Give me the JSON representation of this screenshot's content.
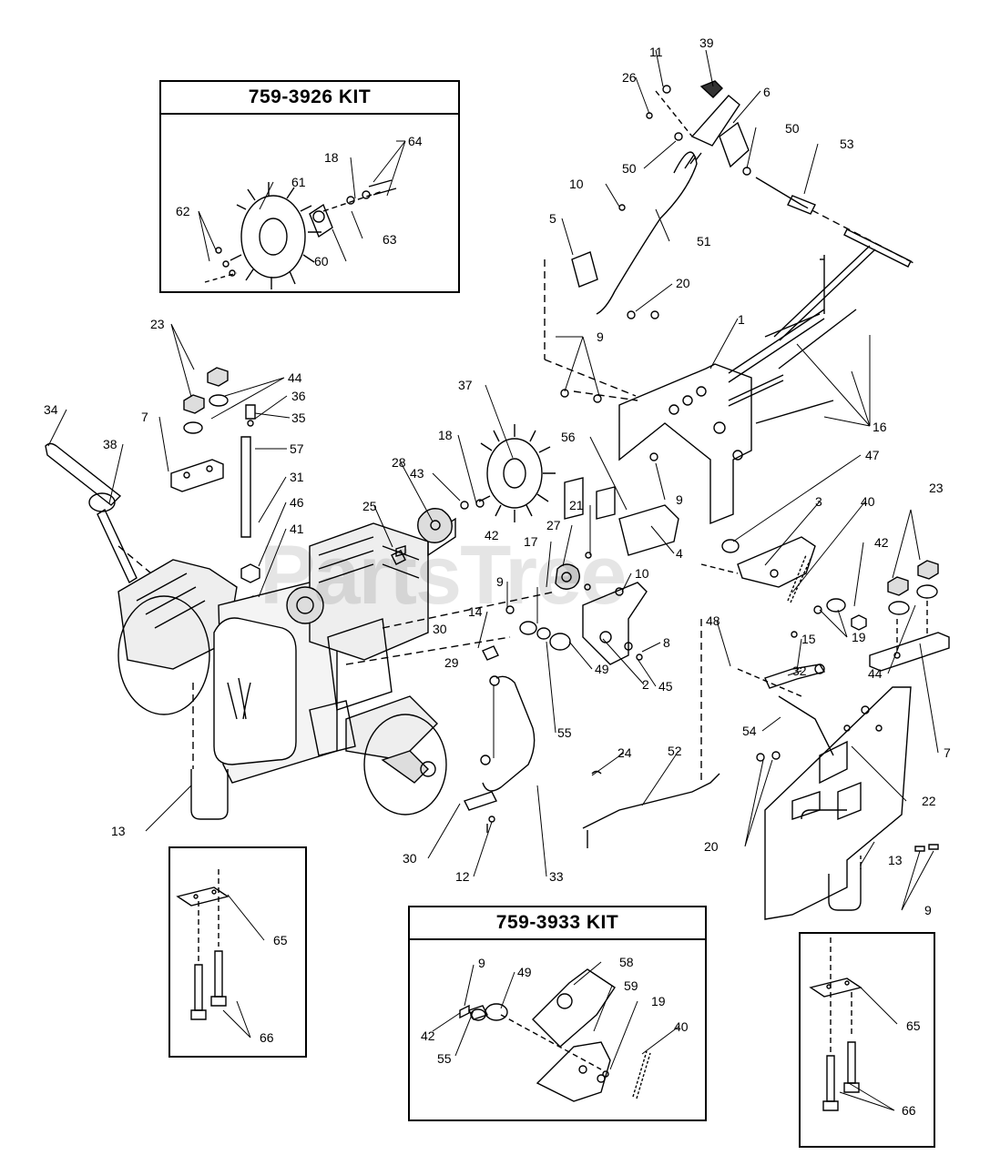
{
  "kits": {
    "kit_3926": "759-3926 KIT",
    "kit_3933": "759-3933 KIT"
  },
  "watermark": "PartsTree",
  "labels": [
    {
      "id": "l39",
      "text": "39"
    },
    {
      "id": "l11",
      "text": "11"
    },
    {
      "id": "l6",
      "text": "6"
    },
    {
      "id": "l26",
      "text": "26"
    },
    {
      "id": "l50a",
      "text": "50"
    },
    {
      "id": "l50b",
      "text": "50"
    },
    {
      "id": "l53",
      "text": "53"
    },
    {
      "id": "l10a",
      "text": "10"
    },
    {
      "id": "l51",
      "text": "51"
    },
    {
      "id": "l5",
      "text": "5"
    },
    {
      "id": "l20a",
      "text": "20"
    },
    {
      "id": "l1",
      "text": "1"
    },
    {
      "id": "l9a",
      "text": "9"
    },
    {
      "id": "l16",
      "text": "16"
    },
    {
      "id": "l64",
      "text": "64"
    },
    {
      "id": "l18a",
      "text": "18"
    },
    {
      "id": "l61",
      "text": "61"
    },
    {
      "id": "l62",
      "text": "62"
    },
    {
      "id": "l63",
      "text": "63"
    },
    {
      "id": "l60",
      "text": "60"
    },
    {
      "id": "l23a",
      "text": "23"
    },
    {
      "id": "l44a",
      "text": "44"
    },
    {
      "id": "l34",
      "text": "34"
    },
    {
      "id": "l36",
      "text": "36"
    },
    {
      "id": "l35",
      "text": "35"
    },
    {
      "id": "l7a",
      "text": "7"
    },
    {
      "id": "l38",
      "text": "38"
    },
    {
      "id": "l57",
      "text": "57"
    },
    {
      "id": "l31",
      "text": "31"
    },
    {
      "id": "l46",
      "text": "46"
    },
    {
      "id": "l41",
      "text": "41"
    },
    {
      "id": "l37",
      "text": "37"
    },
    {
      "id": "l18b",
      "text": "18"
    },
    {
      "id": "l43",
      "text": "43"
    },
    {
      "id": "l28",
      "text": "28"
    },
    {
      "id": "l25",
      "text": "25"
    },
    {
      "id": "l56",
      "text": "56"
    },
    {
      "id": "l47",
      "text": "47"
    },
    {
      "id": "l9b",
      "text": "9"
    },
    {
      "id": "l21",
      "text": "21"
    },
    {
      "id": "l27",
      "text": "27"
    },
    {
      "id": "l17",
      "text": "17"
    },
    {
      "id": "l42a",
      "text": "42"
    },
    {
      "id": "l9c",
      "text": "9"
    },
    {
      "id": "l10b",
      "text": "10"
    },
    {
      "id": "l4",
      "text": "4"
    },
    {
      "id": "l3",
      "text": "3"
    },
    {
      "id": "l40a",
      "text": "40"
    },
    {
      "id": "l42b",
      "text": "42"
    },
    {
      "id": "l23b",
      "text": "23"
    },
    {
      "id": "l14",
      "text": "14"
    },
    {
      "id": "l30a",
      "text": "30"
    },
    {
      "id": "l49a",
      "text": "49"
    },
    {
      "id": "l2",
      "text": "2"
    },
    {
      "id": "l45",
      "text": "45"
    },
    {
      "id": "l8",
      "text": "8"
    },
    {
      "id": "l55a",
      "text": "55"
    },
    {
      "id": "l29",
      "text": "29"
    },
    {
      "id": "l48",
      "text": "48"
    },
    {
      "id": "l15",
      "text": "15"
    },
    {
      "id": "l19a",
      "text": "19"
    },
    {
      "id": "l32",
      "text": "32"
    },
    {
      "id": "l44b",
      "text": "44"
    },
    {
      "id": "l7b",
      "text": "7"
    },
    {
      "id": "l54",
      "text": "54"
    },
    {
      "id": "l22",
      "text": "22"
    },
    {
      "id": "l24",
      "text": "24"
    },
    {
      "id": "l52",
      "text": "52"
    },
    {
      "id": "l13a",
      "text": "13"
    },
    {
      "id": "l30b",
      "text": "30"
    },
    {
      "id": "l12",
      "text": "12"
    },
    {
      "id": "l33",
      "text": "33"
    },
    {
      "id": "l20b",
      "text": "20"
    },
    {
      "id": "l13b",
      "text": "13"
    },
    {
      "id": "l9d",
      "text": "9"
    },
    {
      "id": "l65a",
      "text": "65"
    },
    {
      "id": "l66a",
      "text": "66"
    },
    {
      "id": "l9e",
      "text": "9"
    },
    {
      "id": "l49b",
      "text": "49"
    },
    {
      "id": "l58",
      "text": "58"
    },
    {
      "id": "l59",
      "text": "59"
    },
    {
      "id": "l19b",
      "text": "19"
    },
    {
      "id": "l40b",
      "text": "40"
    },
    {
      "id": "l42c",
      "text": "42"
    },
    {
      "id": "l55b",
      "text": "55"
    },
    {
      "id": "l65b",
      "text": "65"
    },
    {
      "id": "l66b",
      "text": "66"
    }
  ]
}
